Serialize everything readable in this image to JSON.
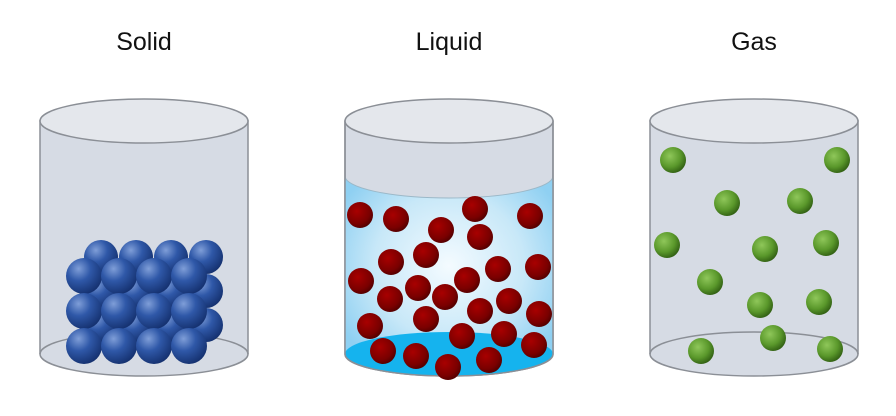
{
  "labels": {
    "solid": "Solid",
    "liquid": "Liquid",
    "gas": "Gas"
  },
  "colors": {
    "background": "#ffffff",
    "container_body": "#d6dbe4",
    "container_outline": "#8b8f96",
    "liquid_light": "#cdeaf8",
    "liquid_bottom": "#15b3ee",
    "solid_particle": "#1e418c",
    "liquid_particle": "#8c0000",
    "gas_particle": "#5e9c2c"
  },
  "icons": {
    "solid": "blue-sphere-icon",
    "liquid": "red-sphere-icon",
    "gas": "green-sphere-icon"
  }
}
